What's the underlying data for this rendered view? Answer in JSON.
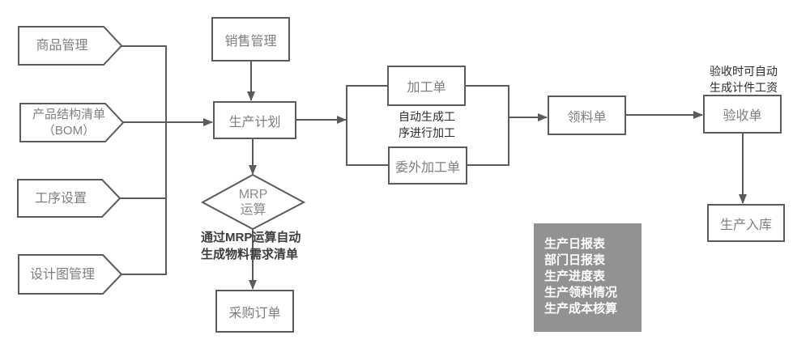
{
  "nodes": {
    "goods": {
      "label": "商品管理"
    },
    "bom": {
      "line1": "产品结构清单",
      "line2": "（BOM）"
    },
    "process_setup": {
      "label": "工序设置"
    },
    "design": {
      "label": "设计图管理"
    },
    "sales": {
      "label": "销售管理"
    },
    "plan": {
      "label": "生产计划"
    },
    "work_order": {
      "label": "加工单"
    },
    "outsource_order": {
      "label": "委外加工单"
    },
    "material_req": {
      "label": "领料单"
    },
    "acceptance": {
      "label": "验收单"
    },
    "stock_in": {
      "label": "生产入库"
    },
    "purchase_order": {
      "label": "采购订单"
    },
    "mrp": {
      "line1": "MRP",
      "line2": "运算"
    }
  },
  "notes": {
    "mrp_note": {
      "line1": "通过MRP运算自动",
      "line2": "生成物料需求清单"
    },
    "process_note": {
      "line1": "自动生成工",
      "line2": "序进行加工"
    },
    "acceptance_note": {
      "line1": "验收时可自动",
      "line2": "生成计件工资"
    }
  },
  "report_panel": {
    "items": [
      "生产日报表",
      "部门日报表",
      "生产进度表",
      "生产领料情况",
      "生产成本核算"
    ]
  },
  "colors": {
    "line": "#5b5b5b",
    "node_text": "#7e7e7e",
    "mrp_text": "#8a8a8a",
    "note_text": "#2b2b2b",
    "mrp_note_text": "#3d3d3d",
    "panel_bg": "#929292",
    "panel_text": "#ffffff"
  }
}
